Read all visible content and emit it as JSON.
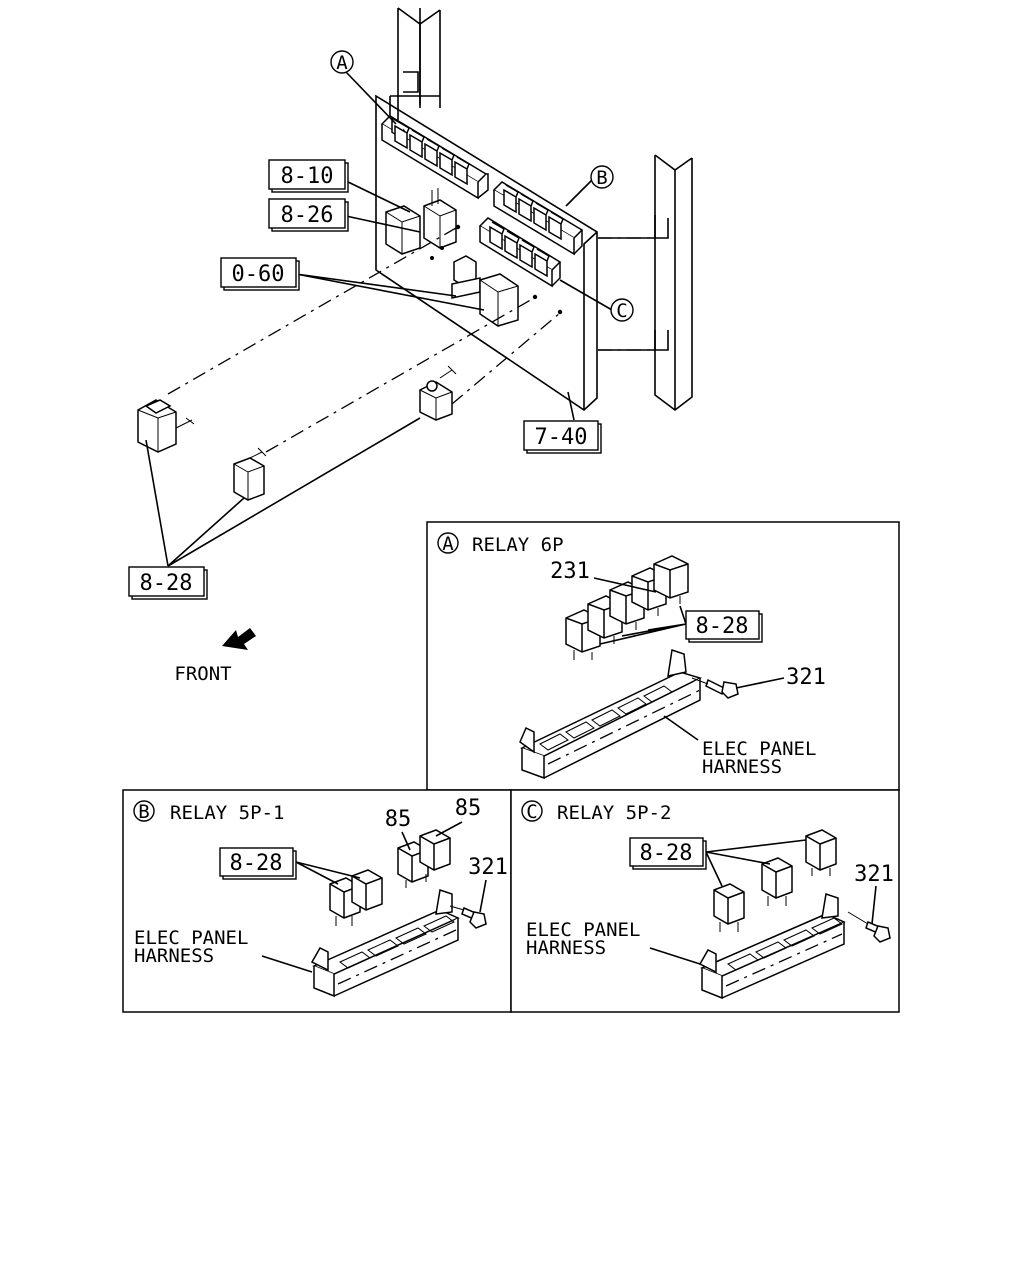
{
  "callouts": {
    "a": "A",
    "b": "B",
    "c": "C"
  },
  "main_refs": {
    "r810": "8-10",
    "r826": "8-26",
    "r060": "0-60",
    "r740": "7-40",
    "r828": "8-28"
  },
  "front_label": "FRONT",
  "detail_a": {
    "letter": "A",
    "title": "RELAY 6P",
    "part_231": "231",
    "ref_828": "8-28",
    "part_321": "321",
    "harness_line1": "ELEC PANEL",
    "harness_line2": "HARNESS"
  },
  "detail_b": {
    "letter": "B",
    "title": "RELAY 5P-1",
    "part_85_a": "85",
    "part_85_b": "85",
    "ref_828": "8-28",
    "part_321": "321",
    "harness_line1": "ELEC PANEL",
    "harness_line2": "HARNESS"
  },
  "detail_c": {
    "letter": "C",
    "title": "RELAY 5P-2",
    "ref_828": "8-28",
    "part_321": "321",
    "harness_line1": "ELEC PANEL",
    "harness_line2": "HARNESS"
  }
}
